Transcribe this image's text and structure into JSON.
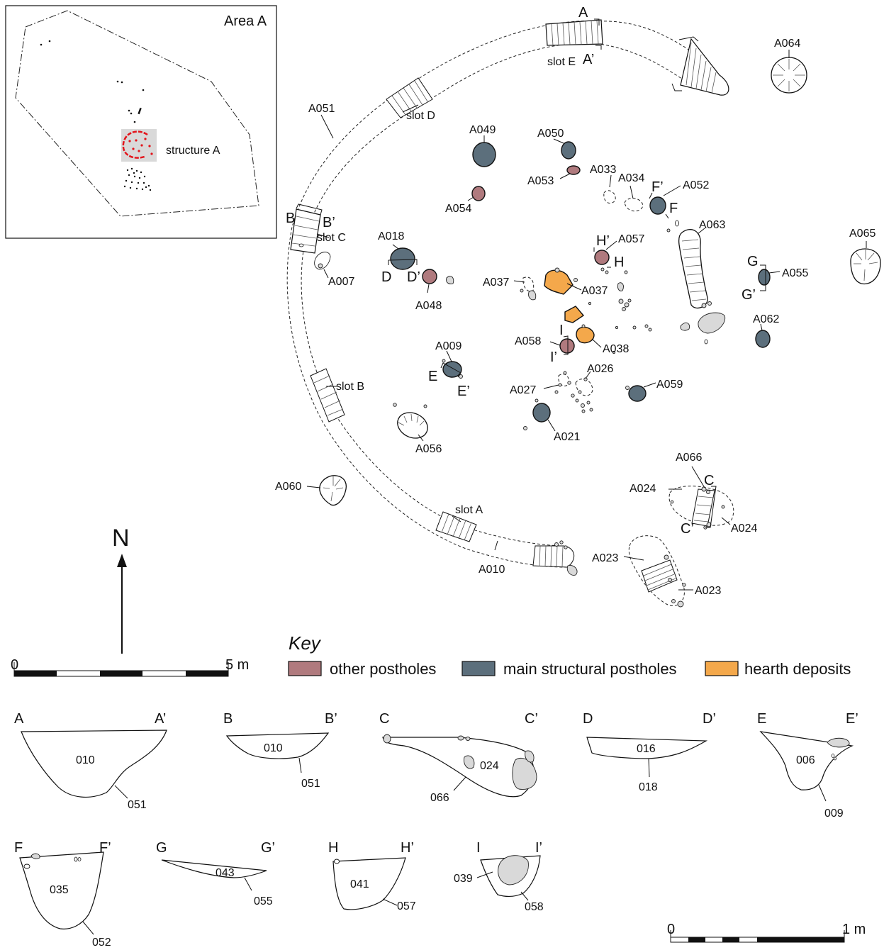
{
  "colors": {
    "other_postholes": "#b07a7e",
    "main_postholes": "#5c6f7c",
    "hearth": "#f4a84b",
    "stone": "#d9d9d9",
    "inset_highlight": "#d9d9d9",
    "structure_red": "#e3141b"
  },
  "inset": {
    "title": "Area A",
    "structure_label": "structure A"
  },
  "slots": {
    "a": "slot A",
    "b": "slot B",
    "c": "slot C",
    "d": "slot D",
    "e": "slot E"
  },
  "features": {
    "A051": "A051",
    "A010": "A010",
    "A007": "A007",
    "A060": "A060",
    "A056": "A056",
    "A009": "A009",
    "A018": "A018",
    "A048": "A048",
    "A054": "A054",
    "A049": "A049",
    "A050": "A050",
    "A053": "A053",
    "A033": "A033",
    "A034": "A034",
    "A052": "A052",
    "A063": "A063",
    "A064": "A064",
    "A065": "A065",
    "A055": "A055",
    "A062": "A062",
    "A057": "A057",
    "A037a": "A037",
    "A037b": "A037",
    "A038": "A038",
    "A058": "A058",
    "A026": "A026",
    "A027": "A027",
    "A021": "A021",
    "A059": "A059",
    "A066": "A066",
    "A024a": "A024",
    "A024b": "A024",
    "A023a": "A023",
    "A023b": "A023"
  },
  "section_marks": {
    "A": "A",
    "A_p": "A’",
    "B": "B",
    "B_p": "B’",
    "C": "C",
    "C_p": "C’",
    "D": "D",
    "D_p": "D’",
    "E": "E",
    "E_p": "E’",
    "F": "F",
    "F_p": "F’",
    "G": "G",
    "G_p": "G’",
    "H": "H",
    "H_p": "H’",
    "I": "I",
    "I_p": "I’"
  },
  "north": "N",
  "scale_main": {
    "start": "0",
    "end": "5 m"
  },
  "scale_small": {
    "start": "0",
    "end": "1 m"
  },
  "key": {
    "title": "Key",
    "items": [
      {
        "label": "other postholes"
      },
      {
        "label": "main structural postholes"
      },
      {
        "label": "hearth deposits"
      }
    ]
  },
  "sections": [
    {
      "left": "A",
      "right": "A’",
      "fill": "010",
      "cut": "051"
    },
    {
      "left": "B",
      "right": "B’",
      "fill": "010",
      "cut": "051"
    },
    {
      "left": "C",
      "right": "C’",
      "fill": "024",
      "cut": "066"
    },
    {
      "left": "D",
      "right": "D’",
      "fill": "016",
      "cut": "018"
    },
    {
      "left": "E",
      "right": "E’",
      "fill": "006",
      "cut": "009"
    },
    {
      "left": "F",
      "right": "F’",
      "fill": "035",
      "cut": "052"
    },
    {
      "left": "G",
      "right": "G’",
      "fill": "043",
      "cut": "055"
    },
    {
      "left": "H",
      "right": "H’",
      "fill": "041",
      "cut": "057"
    },
    {
      "left": "I",
      "right": "I’",
      "fill": "039",
      "cut": "058"
    }
  ]
}
